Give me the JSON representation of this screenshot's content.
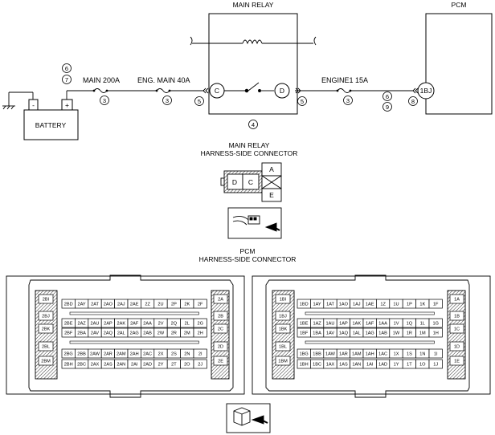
{
  "wiring": {
    "main_relay_title": "MAIN RELAY",
    "pcm_title": "PCM",
    "battery_label": "BATTERY",
    "neg_symbol": "-",
    "pos_symbol": "+",
    "circle_6": "6",
    "circle_7": "7",
    "circle_3": "3",
    "circle_5": "5",
    "circle_4": "4",
    "circle_8": "8",
    "circle_9": "9",
    "fuse_main": "MAIN 200A",
    "fuse_eng_main": "ENG. MAIN 40A",
    "fuse_engine1": "ENGINE1 15A",
    "terminal_c": "C",
    "terminal_d": "D",
    "terminal_1bj": "1BJ"
  },
  "relay_connector": {
    "title_line1": "MAIN RELAY",
    "title_line2": "HARNESS-SIDE CONNECTOR",
    "pins": {
      "d": "D",
      "c": "C",
      "a": "A",
      "e": "E"
    }
  },
  "pcm_connector": {
    "title_line1": "PCM",
    "title_line2": "HARNESS-SIDE CONNECTOR",
    "left_side_pins": [
      "2BI",
      "2BJ",
      "2BK",
      "2BL",
      "2BM"
    ],
    "left_right_pins": [
      "2A",
      "2B",
      "2C",
      "2D",
      "2E"
    ],
    "left_rows": [
      [
        "2BD",
        "2AY",
        "2AT",
        "2AO",
        "2AJ",
        "2AE",
        "2Z",
        "2U",
        "2P",
        "2K",
        "2F"
      ],
      [
        "2BE",
        "2AZ",
        "2AU",
        "2AP",
        "2AK",
        "2AF",
        "2AA",
        "2V",
        "2Q",
        "2L",
        "2G"
      ],
      [
        "2BF",
        "2BA",
        "2AV",
        "2AQ",
        "2AL",
        "2AG",
        "2AB",
        "2W",
        "2R",
        "2M",
        "2H"
      ],
      [
        "2BG",
        "2BB",
        "2AW",
        "2AR",
        "2AM",
        "2AH",
        "2AC",
        "2X",
        "2S",
        "2N",
        "2I"
      ],
      [
        "2BH",
        "2BC",
        "2AX",
        "2AS",
        "2AN",
        "2AI",
        "2AD",
        "2Y",
        "2T",
        "2O",
        "2J"
      ]
    ],
    "right_side_pins": [
      "1BI",
      "1BJ",
      "1BK",
      "1BL",
      "1BM"
    ],
    "right_right_pins": [
      "1A",
      "1B",
      "1C",
      "1D",
      "1E"
    ],
    "right_rows": [
      [
        "1BD",
        "1AY",
        "1AT",
        "1AO",
        "1AJ",
        "1AE",
        "1Z",
        "1U",
        "1P",
        "1K",
        "1F"
      ],
      [
        "1BE",
        "1AZ",
        "1AU",
        "1AP",
        "1AK",
        "1AF",
        "1AA",
        "1V",
        "1Q",
        "1L",
        "1G"
      ],
      [
        "1BF",
        "1BA",
        "1AV",
        "1AQ",
        "1AL",
        "1AG",
        "1AB",
        "1W",
        "1R",
        "1M",
        "1H"
      ],
      [
        "1BG",
        "1BB",
        "1AW",
        "1AR",
        "1AM",
        "1AH",
        "1AC",
        "1X",
        "1S",
        "1N",
        "1I"
      ],
      [
        "1BH",
        "1BC",
        "1AX",
        "1AS",
        "1AN",
        "1AI",
        "1AD",
        "1Y",
        "1T",
        "1O",
        "1J"
      ]
    ]
  }
}
